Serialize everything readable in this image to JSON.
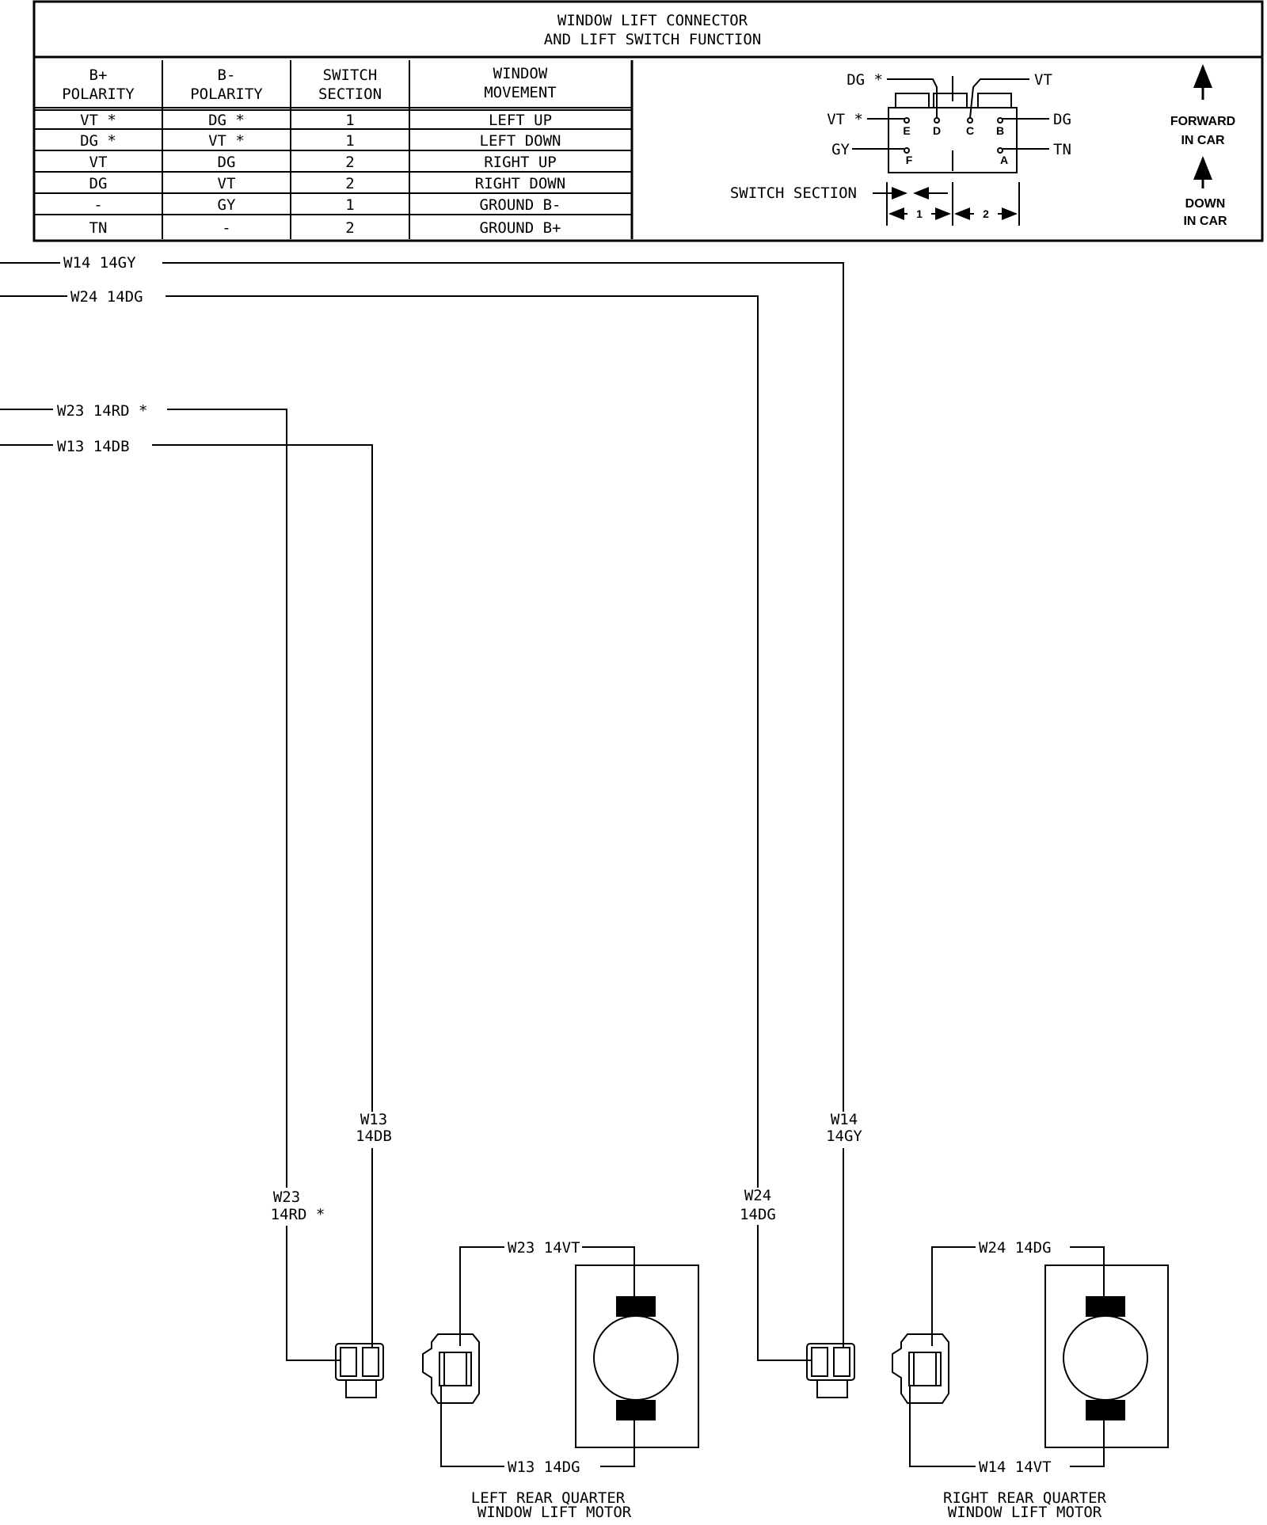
{
  "table": {
    "title_line1": "WINDOW LIFT CONNECTOR",
    "title_line2": "AND LIFT SWITCH FUNCTION",
    "headers": [
      [
        "B+",
        "POLARITY"
      ],
      [
        "B-",
        "POLARITY"
      ],
      [
        "SWITCH",
        "SECTION"
      ],
      [
        "WINDOW",
        "MOVEMENT"
      ]
    ],
    "rows": [
      [
        "VT *",
        "DG *",
        "1",
        "LEFT UP"
      ],
      [
        "DG *",
        "VT *",
        "1",
        "LEFT DOWN"
      ],
      [
        "VT",
        "DG",
        "2",
        "RIGHT UP"
      ],
      [
        "DG",
        "VT",
        "2",
        "RIGHT DOWN"
      ],
      [
        "-",
        "GY",
        "1",
        "GROUND B-"
      ],
      [
        "TN",
        "-",
        "2",
        "GROUND B+"
      ]
    ]
  },
  "connector_view": {
    "dg_top": "DG *",
    "vt_top": "VT",
    "vt_left": "VT *",
    "gy_left": "GY",
    "dg_right": "DG",
    "tn_right": "TN",
    "pins": [
      "E",
      "D",
      "C",
      "B",
      "F",
      "A"
    ],
    "switch_section_label": "SWITCH SECTION",
    "section_1": "1",
    "section_2": "2",
    "forward_line1": "FORWARD",
    "forward_line2": "IN CAR",
    "down_line1": "DOWN",
    "down_line2": "IN CAR"
  },
  "wires": {
    "w14_top": "W14 14GY",
    "w24_top": "W24 14DG",
    "w23_top": "W23 14RD *",
    "w13_top": "W13 14DB",
    "w13_vert_1": "W13",
    "w13_vert_2": "14DB",
    "w23_vert_1": "W23",
    "w23_vert_2": "14RD *",
    "w24_vert_1": "W24",
    "w24_vert_2": "14DG",
    "w14_vert_1": "W14",
    "w14_vert_2": "14GY",
    "left_motor_top": "W23 14VT",
    "left_motor_bottom": "W13 14DG",
    "right_motor_top": "W24 14DG",
    "right_motor_bottom": "W14 14VT"
  },
  "motors": {
    "left_line1": "LEFT REAR QUARTER",
    "left_line2": "WINDOW LIFT MOTOR",
    "right_line1": "RIGHT REAR QUARTER",
    "right_line2": "WINDOW LIFT MOTOR"
  }
}
